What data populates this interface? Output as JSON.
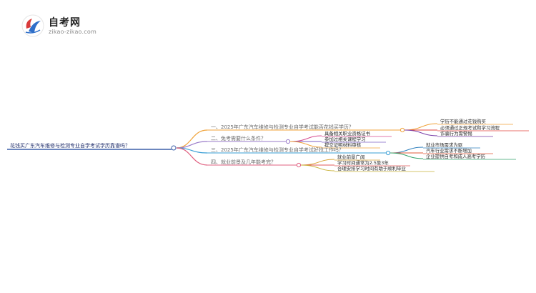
{
  "logo": {
    "title": "自考网",
    "url": "zikao-zikao.com",
    "icon": "zikao-logo-icon"
  },
  "mindmap": {
    "root": "花钱买广东汽车维修与检测专业自学考试学历靠谱吗？",
    "branches": [
      {
        "label": "一、2025年广东汽车维修与检测专业自学考试能否花钱买学历？",
        "color": "#f0a33a",
        "children": [
          {
            "label": "学历不能通过花钱购买",
            "color": "#f0a33a"
          },
          {
            "label": "必须通过正规考试和学习流程",
            "color": "#e0403a"
          },
          {
            "label": "诈骗行为需警惕",
            "color": "#7a3fa8"
          }
        ]
      },
      {
        "label": "二、免考需要什么条件？",
        "color": "#9a7bc9",
        "children": [
          {
            "label": "具备相关职业资格证书",
            "color": "#d64a8f"
          },
          {
            "label": "参加过相关课程学习",
            "color": "#7b5fc4"
          },
          {
            "label": "提交证明材料审核",
            "color": "#f0a33a"
          }
        ]
      },
      {
        "label": "三、2025年广东汽车维修与检测专业自学考试好找工作吗？",
        "color": "#3a9fd6",
        "children": [
          {
            "label": "就业市场需求为驱",
            "color": "#2e7fbd"
          },
          {
            "label": "汽车行业需求不断增加",
            "color": "#e25a3a"
          },
          {
            "label": "企业提供自考和成人高考学历",
            "color": "#35a36b"
          }
        ]
      },
      {
        "label": "四、就业前景及几年能考完？",
        "color": "#e06080",
        "children": [
          {
            "label": "就业前景广阔",
            "color": "#d8a030"
          },
          {
            "label": "学习时间通常为2.5至3年",
            "color": "#e05a5a"
          },
          {
            "label": "合理安排学习时间有助于顺利毕业",
            "color": "#c9b23a"
          }
        ]
      }
    ]
  }
}
